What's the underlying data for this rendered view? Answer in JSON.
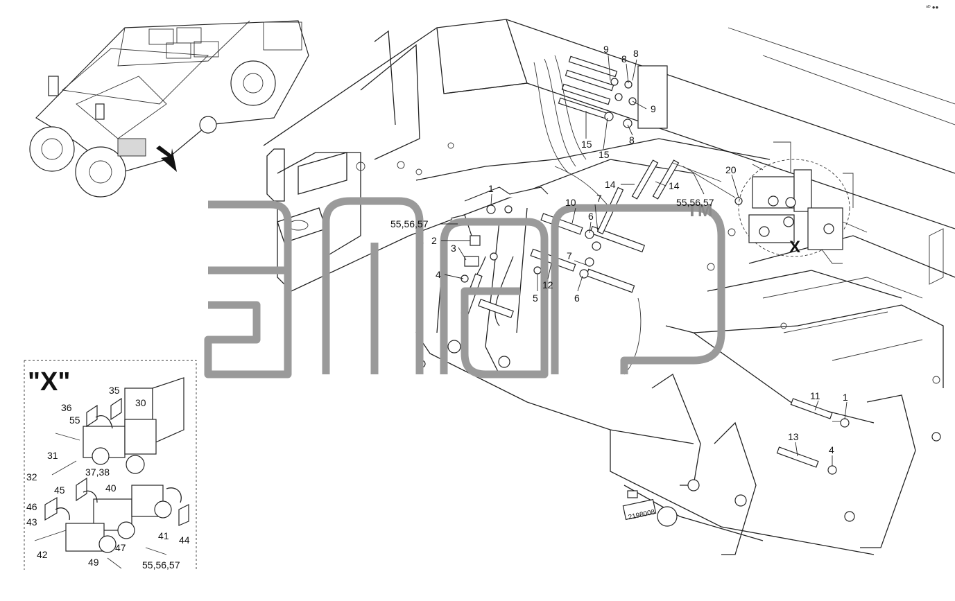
{
  "corner_mark": "ᵃᴰ ●●",
  "watermark": {
    "tm": "TM"
  },
  "detail": {
    "title": "\"X\""
  },
  "main_labels": [
    {
      "id": "m9a",
      "text": "9"
    },
    {
      "id": "m8a",
      "text": "8"
    },
    {
      "id": "m8b",
      "text": "8"
    },
    {
      "id": "m9b",
      "text": "9"
    },
    {
      "id": "m8c",
      "text": "8"
    },
    {
      "id": "m15a",
      "text": "15"
    },
    {
      "id": "m15b",
      "text": "15"
    },
    {
      "id": "m20",
      "text": "20"
    },
    {
      "id": "m14a",
      "text": "14"
    },
    {
      "id": "m14b",
      "text": "14"
    },
    {
      "id": "m555657a",
      "text": "55,56,57"
    },
    {
      "id": "m1a",
      "text": "1"
    },
    {
      "id": "m7a",
      "text": "7"
    },
    {
      "id": "m10",
      "text": "10"
    },
    {
      "id": "m6a",
      "text": "6"
    },
    {
      "id": "m555657b",
      "text": "55,56,57"
    },
    {
      "id": "m2",
      "text": "2"
    },
    {
      "id": "m3",
      "text": "3"
    },
    {
      "id": "m7b",
      "text": "7"
    },
    {
      "id": "m4a",
      "text": "4"
    },
    {
      "id": "m12",
      "text": "12"
    },
    {
      "id": "m5",
      "text": "5"
    },
    {
      "id": "m6b",
      "text": "6"
    },
    {
      "id": "mX",
      "text": "X"
    },
    {
      "id": "m11",
      "text": "11"
    },
    {
      "id": "m1b",
      "text": "1"
    },
    {
      "id": "m13",
      "text": "13"
    },
    {
      "id": "m4b",
      "text": "4"
    },
    {
      "id": "plate",
      "text": "2198008"
    }
  ],
  "detail_labels": [
    {
      "id": "d35",
      "text": "35"
    },
    {
      "id": "d36",
      "text": "36"
    },
    {
      "id": "d30",
      "text": "30"
    },
    {
      "id": "d55",
      "text": "55"
    },
    {
      "id": "d31",
      "text": "31"
    },
    {
      "id": "d3738",
      "text": "37,38"
    },
    {
      "id": "d32",
      "text": "32"
    },
    {
      "id": "d45",
      "text": "45"
    },
    {
      "id": "d40",
      "text": "40"
    },
    {
      "id": "d46",
      "text": "46"
    },
    {
      "id": "d43",
      "text": "43"
    },
    {
      "id": "d44",
      "text": "44"
    },
    {
      "id": "d41",
      "text": "41"
    },
    {
      "id": "d47",
      "text": "47"
    },
    {
      "id": "d42",
      "text": "42"
    },
    {
      "id": "d49",
      "text": "49"
    },
    {
      "id": "d555657",
      "text": "55,56,57"
    }
  ]
}
